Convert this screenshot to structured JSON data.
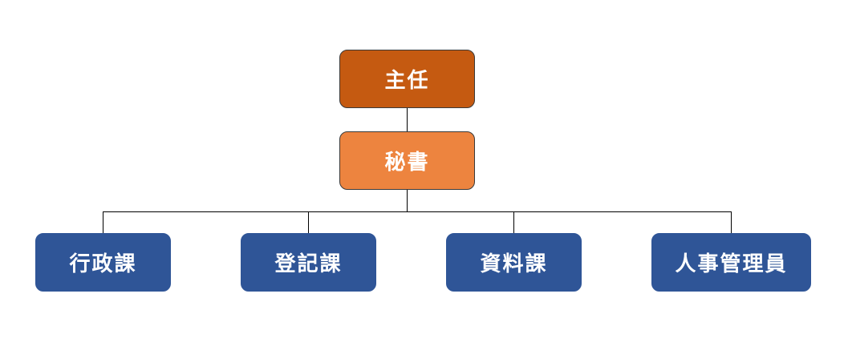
{
  "org_chart": {
    "director": {
      "label": "主任",
      "color": "#c55a11"
    },
    "secretary": {
      "label": "秘書",
      "color": "#ed843f"
    },
    "departments": [
      {
        "label": "行政課",
        "color": "#2f5597"
      },
      {
        "label": "登記課",
        "color": "#2f5597"
      },
      {
        "label": "資料課",
        "color": "#2f5597"
      },
      {
        "label": "人事管理員",
        "color": "#2f5597"
      }
    ]
  }
}
